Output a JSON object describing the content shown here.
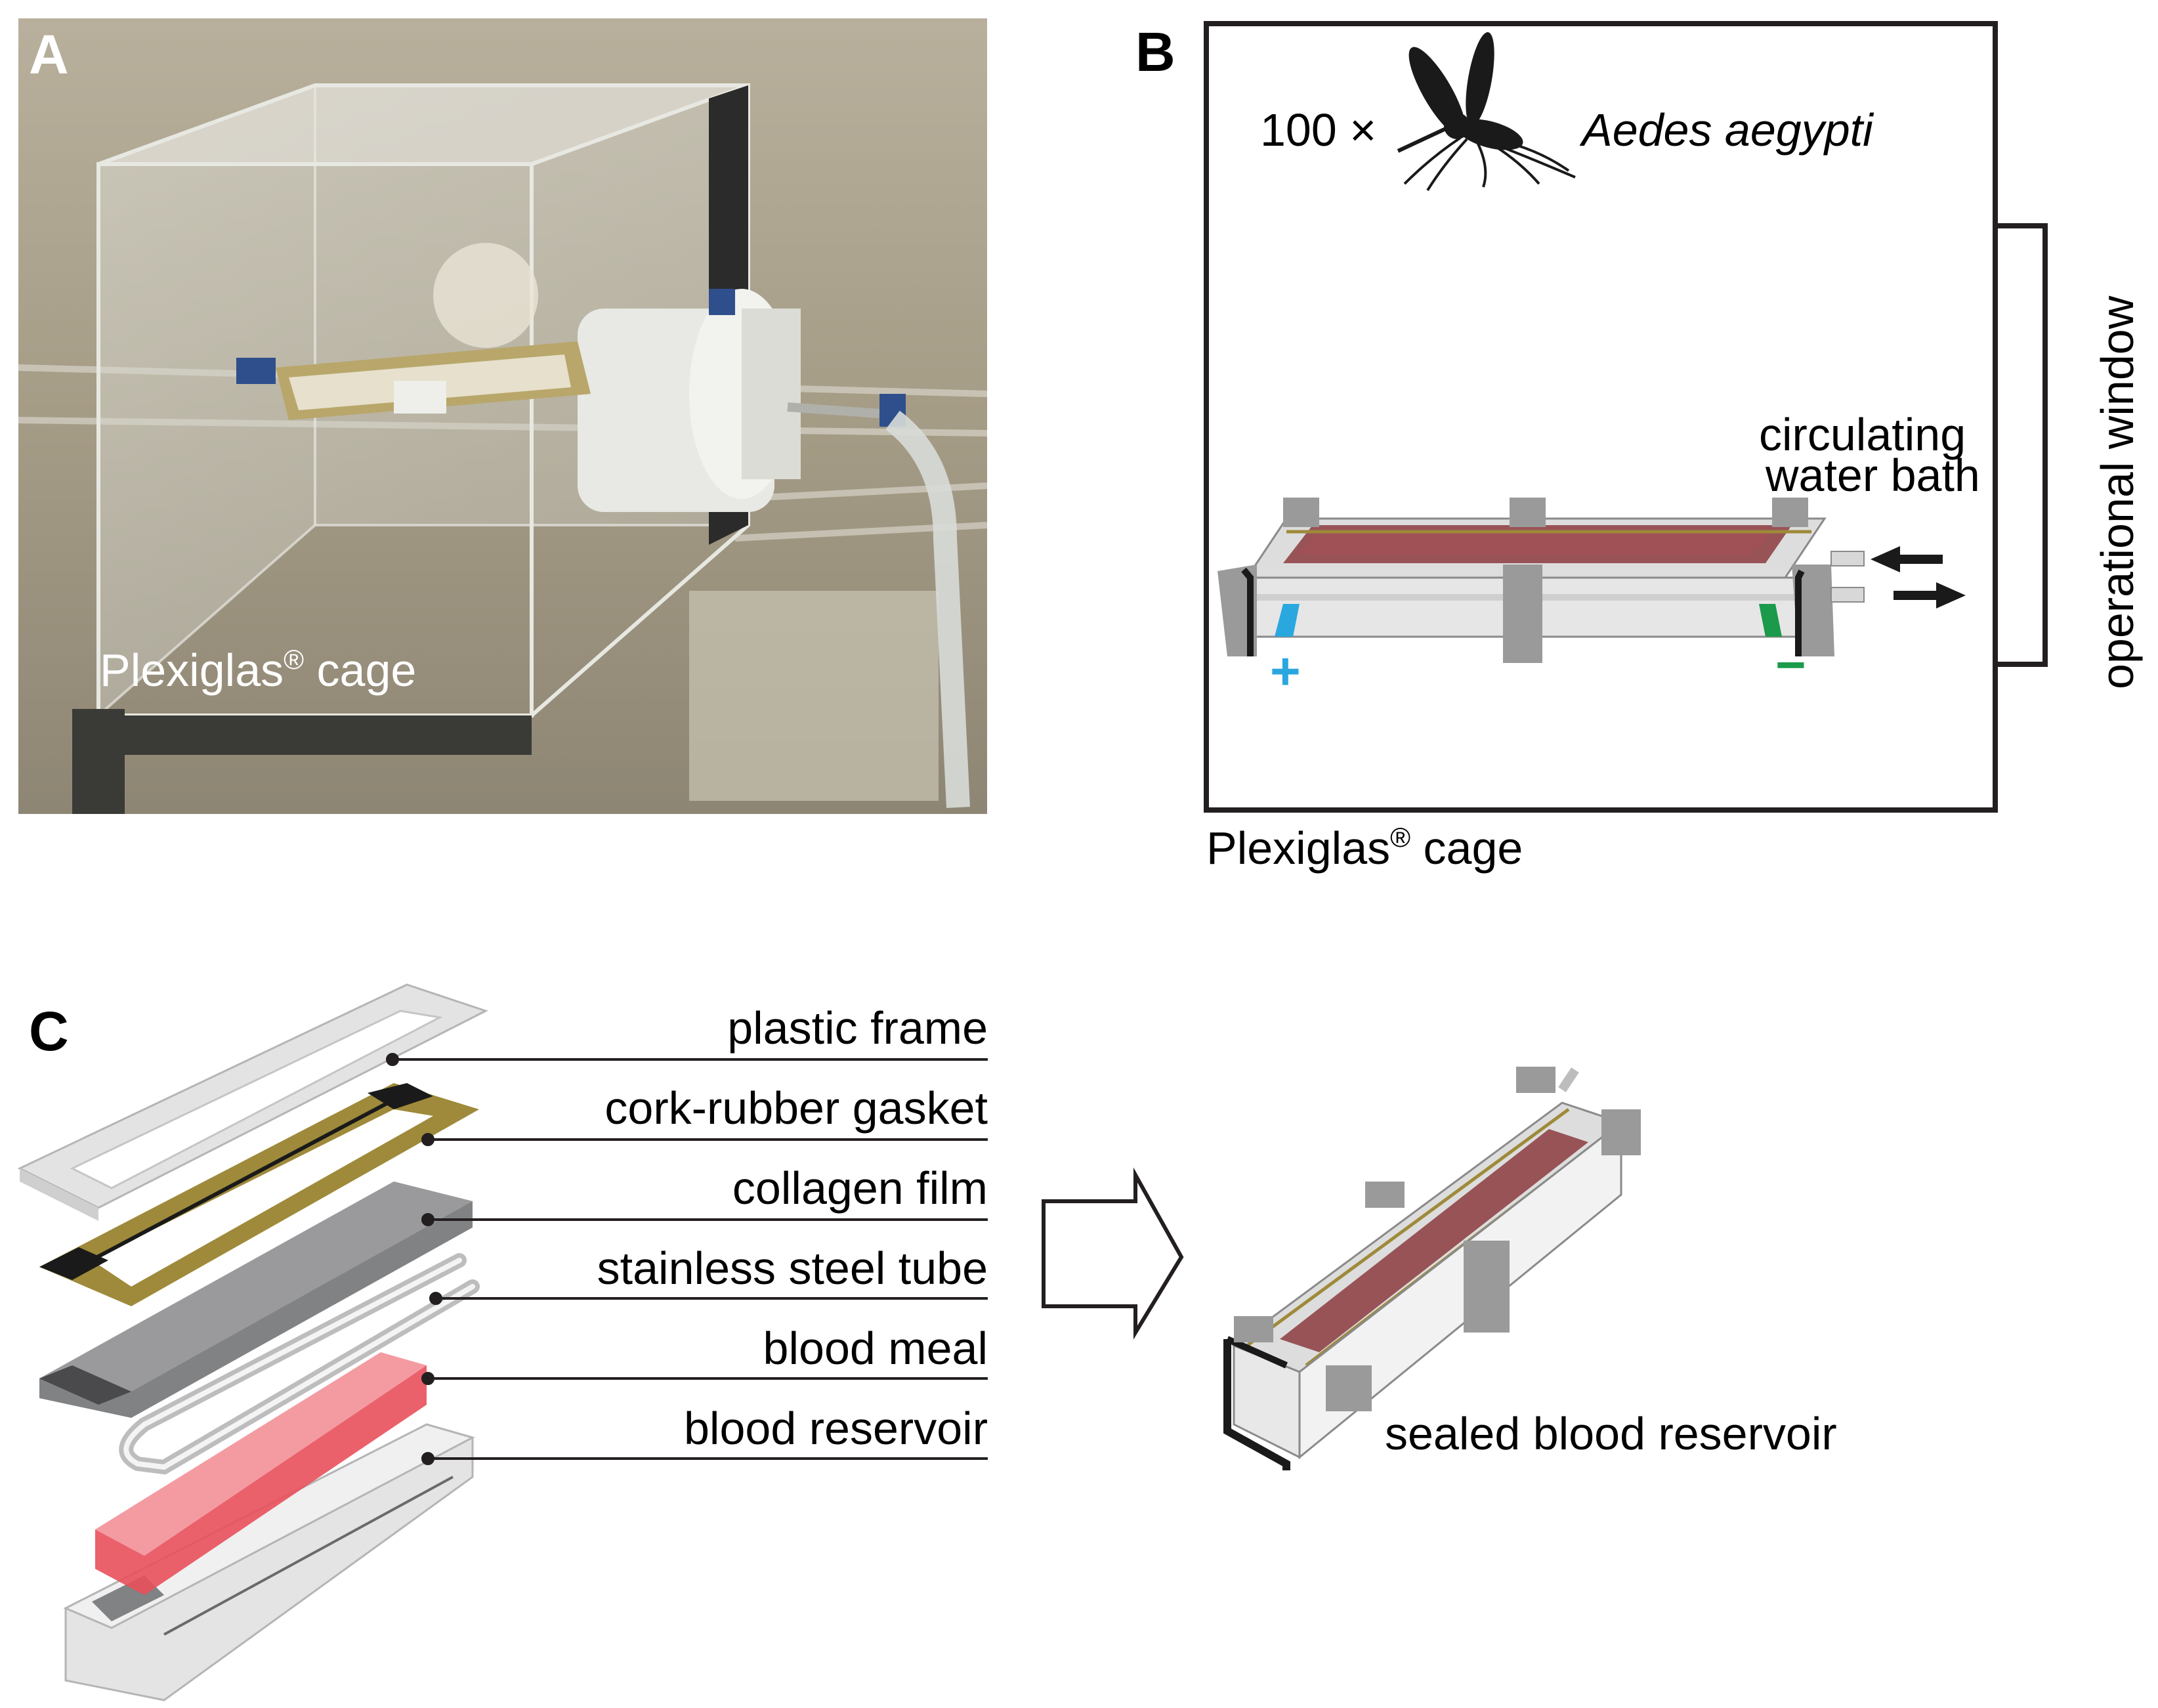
{
  "panel_a": {
    "letter": "A",
    "caption": "Plexiglas",
    "caption_mark": "®",
    "caption_suffix": " cage"
  },
  "panel_b": {
    "letter": "B",
    "count_label": "100 ×",
    "species": "Aedes aegypti",
    "bath_line1": "circulating",
    "bath_line2": "water bath",
    "plus_sign": "+",
    "minus_sign": "−",
    "window_label": "operational window",
    "cage_label": "Plexiglas",
    "cage_mark": "®",
    "cage_suffix": " cage",
    "colors": {
      "plus": "#2aa7df",
      "minus": "#1a9a4a",
      "blood": "#8c3b3f"
    }
  },
  "panel_c": {
    "letter": "C",
    "layers": [
      {
        "label": "plastic frame"
      },
      {
        "label": "cork-rubber gasket"
      },
      {
        "label": "collagen film"
      },
      {
        "label": "stainless steel tube"
      },
      {
        "label": "blood meal"
      },
      {
        "label": "blood reservoir"
      }
    ],
    "result_label": "sealed blood reservoir",
    "colors": {
      "gasket": "#9e8a3a",
      "film": "#808284",
      "blood": "#e8505b"
    }
  }
}
